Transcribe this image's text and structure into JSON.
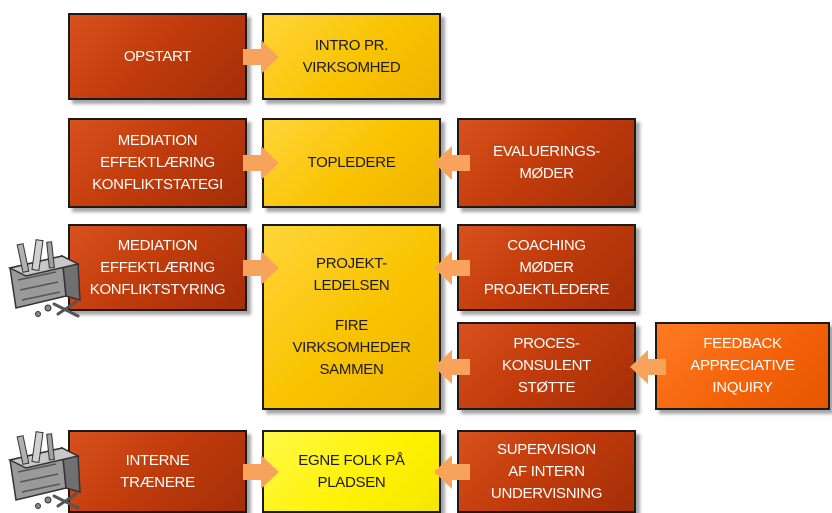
{
  "rows": {
    "opstart": {
      "left": [
        "OPSTART"
      ],
      "center": [
        "INTRO PR.",
        "VIRKSOMHED"
      ]
    },
    "topledere": {
      "left": [
        "MEDIATION",
        "EFFEKTLÆRING",
        "KONFLIKTSTATEGI"
      ],
      "center": [
        "TOPLEDERE"
      ],
      "right": [
        "EVALUERINGS-",
        "MØDER"
      ]
    },
    "projekt": {
      "left": [
        "MEDIATION",
        "EFFEKTLÆRING",
        "KONFLIKTSTYRING"
      ],
      "center_top": [
        "PROJEKT-",
        "LEDELSEN"
      ],
      "center_bottom": [
        "FIRE",
        "VIRKSOMHEDER",
        "SAMMEN"
      ],
      "right_top": [
        "COACHING",
        "MØDER",
        "PROJEKTLEDERE"
      ],
      "right_bottom": [
        "PROCES-",
        "KONSULENT",
        "STØTTE"
      ],
      "far_right": [
        "FEEDBACK",
        "APPRECIATIVE",
        "INQUIRY"
      ]
    },
    "interne": {
      "left": [
        "INTERNE",
        "TRÆNERE"
      ],
      "center": [
        "EGNE FOLK PÅ",
        "PLADSEN"
      ],
      "right": [
        "SUPERVISION",
        "AF INTERN",
        "UNDERVISNING"
      ]
    }
  },
  "colors": {
    "red": "#c23c0c",
    "yellow": "#f9c300",
    "bright_yellow": "#fff200",
    "orange": "#f4630a",
    "arrow": "#f7a35c"
  },
  "icons": [
    "toolbox-icon",
    "arrow-right-icon",
    "arrow-left-icon"
  ]
}
